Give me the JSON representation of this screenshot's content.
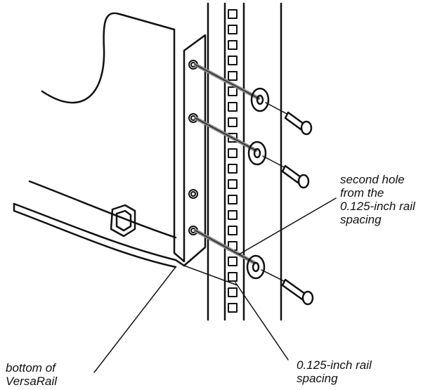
{
  "callouts": {
    "second_hole": "second hole\nfrom the\n0.125-inch rail\nspacing",
    "rail_spacing": "0.125-inch rail\nspacing",
    "bottom_versarail": "bottom of\nVersaRail"
  },
  "colors": {
    "line": "#111111",
    "screw_fill": "#c8c8c8",
    "background": "#ffffff"
  }
}
